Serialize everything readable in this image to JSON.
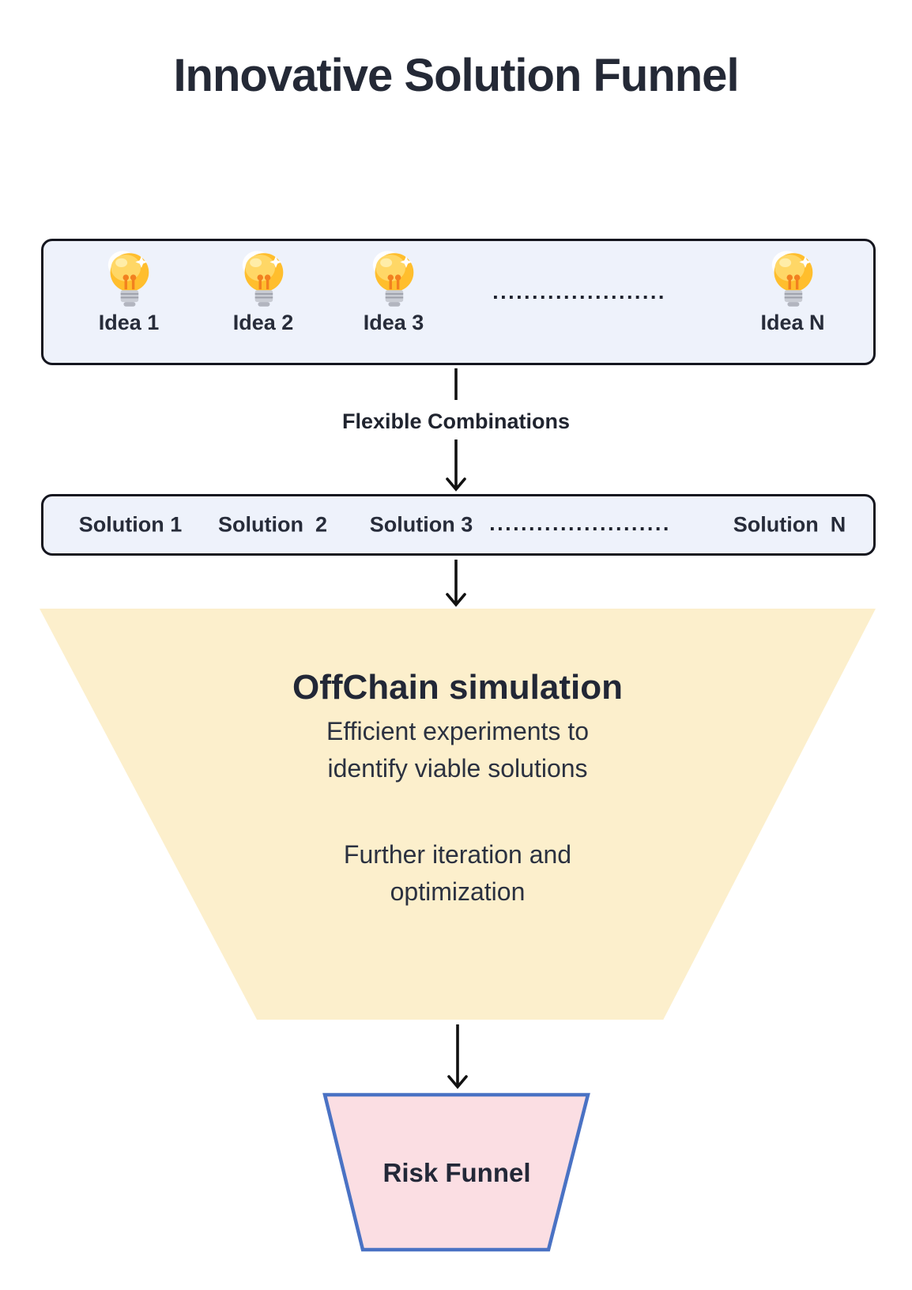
{
  "title": "Innovative Solution Funnel",
  "ideas_box": {
    "items": [
      {
        "label": "Idea 1"
      },
      {
        "label": "Idea 2"
      },
      {
        "label": "Idea 3"
      },
      {
        "label": "Idea N"
      }
    ],
    "dots": "······················"
  },
  "flow": {
    "flexible_label": "Flexible Combinations"
  },
  "solutions_box": {
    "items": [
      {
        "label": "Solution 1"
      },
      {
        "label": "Solution  2"
      },
      {
        "label": "Solution 3"
      },
      {
        "label": "Solution  N"
      }
    ],
    "dots": "·······················"
  },
  "funnel": {
    "title": "OffChain simulation",
    "line1": "Efficient experiments to",
    "line2": "identify viable solutions",
    "line3": "Further iteration and",
    "line4": "optimization"
  },
  "risk_funnel": {
    "label": "Risk Funnel"
  },
  "colors": {
    "node_box_fill": "#EEF2FB",
    "node_box_border": "#15161F",
    "funnel_fill": "#FCEFCC",
    "risk_fill": "#FBDEE3",
    "risk_border": "#4A72C4",
    "arrow": "#111111",
    "text_dark": "#242936"
  }
}
